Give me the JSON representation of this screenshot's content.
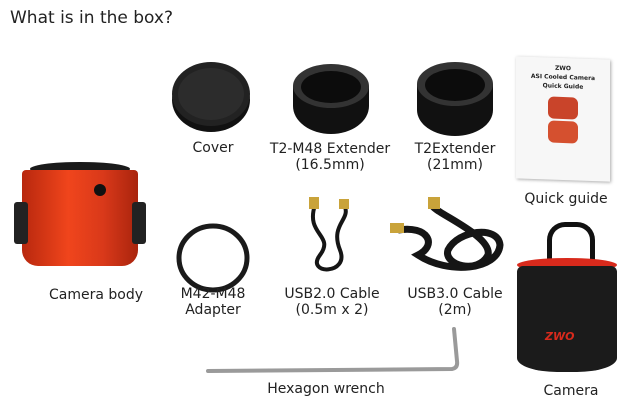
{
  "title": "What is in the box?",
  "items": {
    "cover": "Cover",
    "t2m48_l1": "T2-M48 Extender",
    "t2m48_l2": "(16.5mm)",
    "t2ext_l1": "T2Extender",
    "t2ext_l2": "(21mm)",
    "guide": "Quick guide",
    "camera_body": "Camera body",
    "adapter_l1": "M42-M48",
    "adapter_l2": "Adapter",
    "usb2_l1": "USB2.0 Cable",
    "usb2_l2": "(0.5m x 2)",
    "usb3_l1": "USB3.0 Cable",
    "usb3_l2": "(2m)",
    "wrench": "Hexagon wrench",
    "bag": "Camera"
  },
  "guide_cover": {
    "brand": "ZWO",
    "line1": "ASI Cooled Camera",
    "line2": "Quick Guide"
  },
  "bag_logo": "ZWO"
}
